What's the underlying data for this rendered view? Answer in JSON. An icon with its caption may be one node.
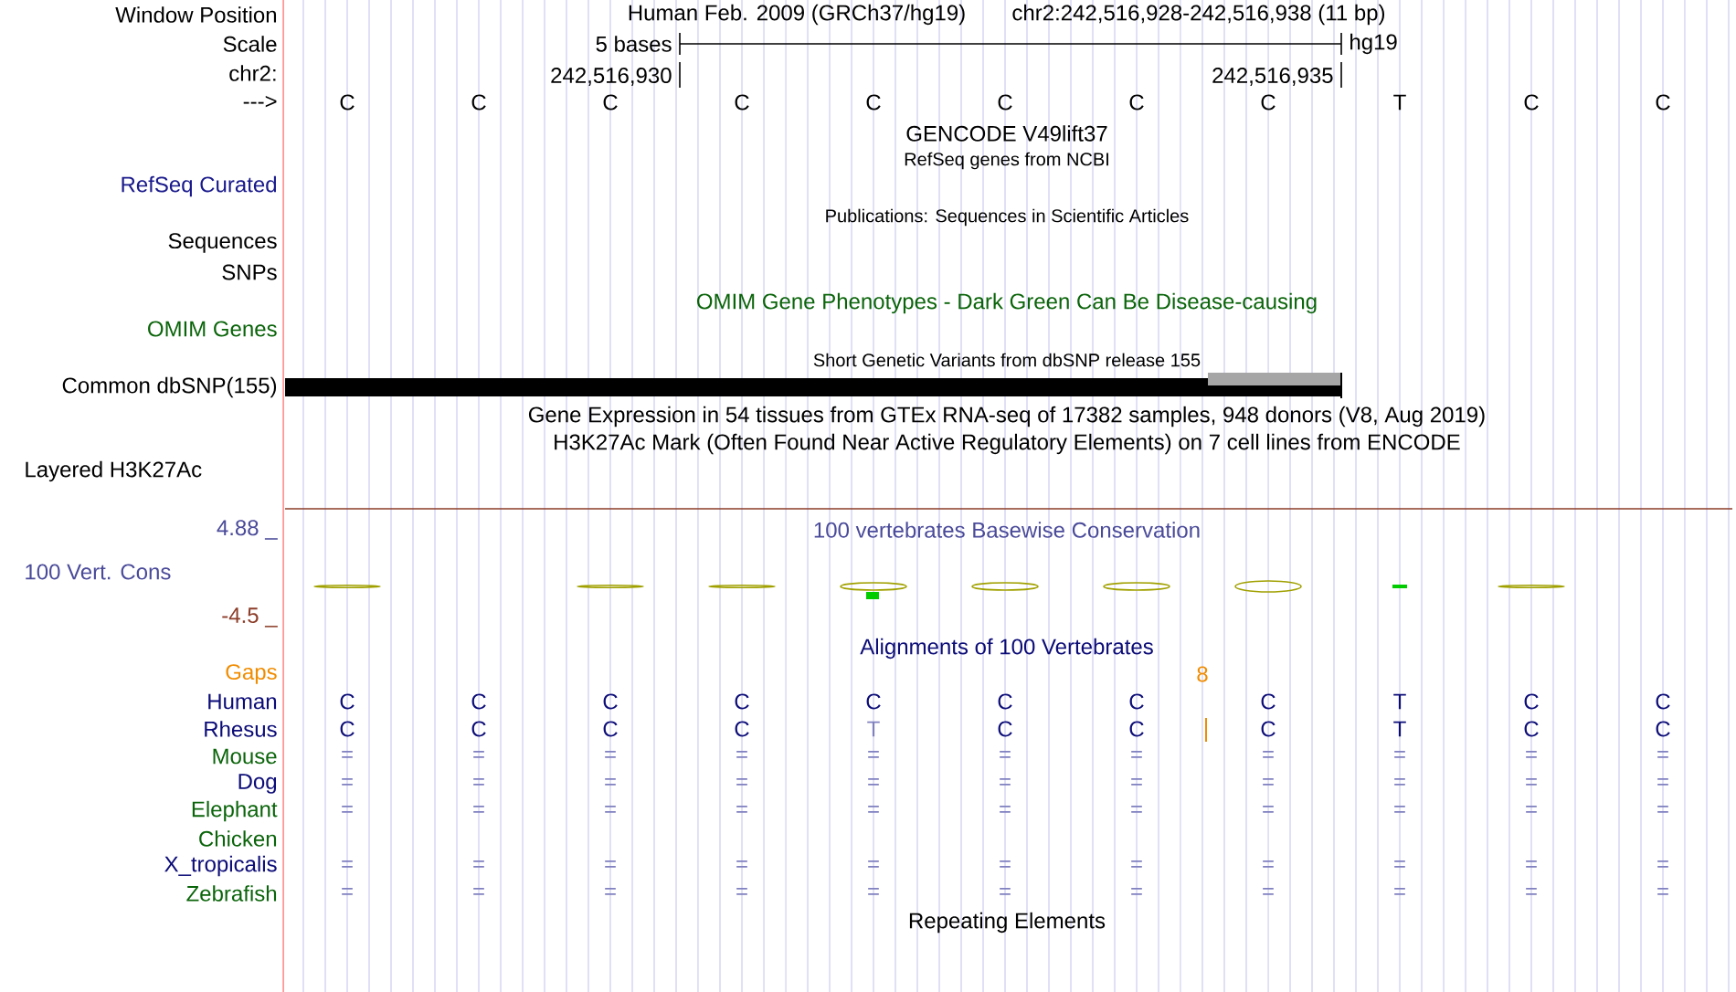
{
  "diagram": {
    "labels": [
      "Window Position",
      "Human Feb. 2009 (GRCh37/hg19)",
      "chr2:242,516,928-242,516,938 (11 bp)",
      "Scale",
      "5 bases",
      "hg19",
      "chr2:",
      "242,516,930",
      "242,516,935",
      "--->",
      "C",
      "C",
      "C",
      "C",
      "C",
      "C",
      "C",
      "C",
      "T",
      "C",
      "C",
      "GENCODE V49lift37",
      "RefSeq genes from NCBI",
      "RefSeq Curated",
      "Publications: Sequences in Scientific Articles",
      "Sequences",
      "SNPs",
      "OMIM Gene Phenotypes - Dark Green Can Be Disease-causing",
      "OMIM Genes",
      "Short Genetic Variants from dbSNP release 155",
      "Common dbSNP(155)",
      "Gene Expression in 54 tissues from GTEx RNA-seq of 17382 samples, 948 donors (V8, Aug 2019)",
      "H3K27Ac Mark (Often Found Near Active Regulatory Elements) on 7 cell lines from ENCODE",
      "Layered H3K27Ac",
      "4.88 _",
      "100 vertebrates Basewise Conservation",
      "100 Vert. Cons",
      "-4.5 _",
      "Alignments of 100 Vertebrates",
      "Gaps",
      "8",
      "Human",
      "C",
      "C",
      "C",
      "C",
      "C",
      "C",
      "C",
      "C",
      "T",
      "C",
      "C",
      "Rhesus",
      "C",
      "C",
      "C",
      "C",
      "T",
      "C",
      "C",
      "C",
      "T",
      "C",
      "C",
      "Mouse",
      "=",
      "=",
      "=",
      "=",
      "=",
      "=",
      "=",
      "=",
      "=",
      "=",
      "=",
      "Dog",
      "=",
      "=",
      "=",
      "=",
      "=",
      "=",
      "=",
      "=",
      "=",
      "=",
      "=",
      "Elephant",
      "=",
      "=",
      "=",
      "=",
      "=",
      "=",
      "=",
      "=",
      "=",
      "=",
      "=",
      "Chicken",
      "X_tropicalis",
      "=",
      "=",
      "=",
      "=",
      "=",
      "=",
      "=",
      "=",
      "=",
      "=",
      "=",
      "Zebrafish",
      "=",
      "=",
      "=",
      "=",
      "=",
      "=",
      "=",
      "=",
      "=",
      "=",
      "=",
      "Repeating Elements"
    ]
  }
}
